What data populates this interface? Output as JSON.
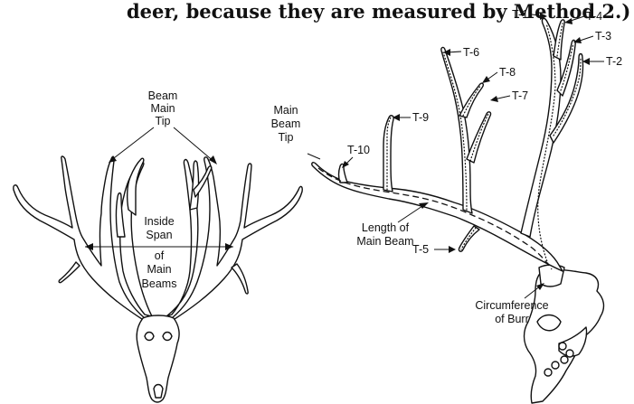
{
  "header": {
    "text": "deer, because they are measured by Method 2.)"
  },
  "labels": {
    "beam_main_tip_line1": "Beam",
    "beam_main_tip_line2": "Main",
    "beam_main_tip_line3": "Tip",
    "inside_span_line1": "Inside",
    "inside_span_line2": "Span",
    "inside_span_line3": "of",
    "inside_span_line4": "Main",
    "inside_span_line5": "Beams",
    "main_beam_tip_line1": "Main",
    "main_beam_tip_line2": "Beam",
    "main_beam_tip_line3": "Tip",
    "length_line1": "Length of",
    "length_line2": "Main Beam",
    "circumference_line1": "Circumference",
    "circumference_line2": "of Burr",
    "t1": "T-1",
    "t2": "T-2",
    "t3": "T-3",
    "t4": "T-4",
    "t5": "T-5",
    "t6": "T-6",
    "t7": "T-7",
    "t8": "T-8",
    "t9": "T-9",
    "t10": "T-10"
  },
  "colors": {
    "ink": "#111111",
    "background": "#ffffff"
  }
}
